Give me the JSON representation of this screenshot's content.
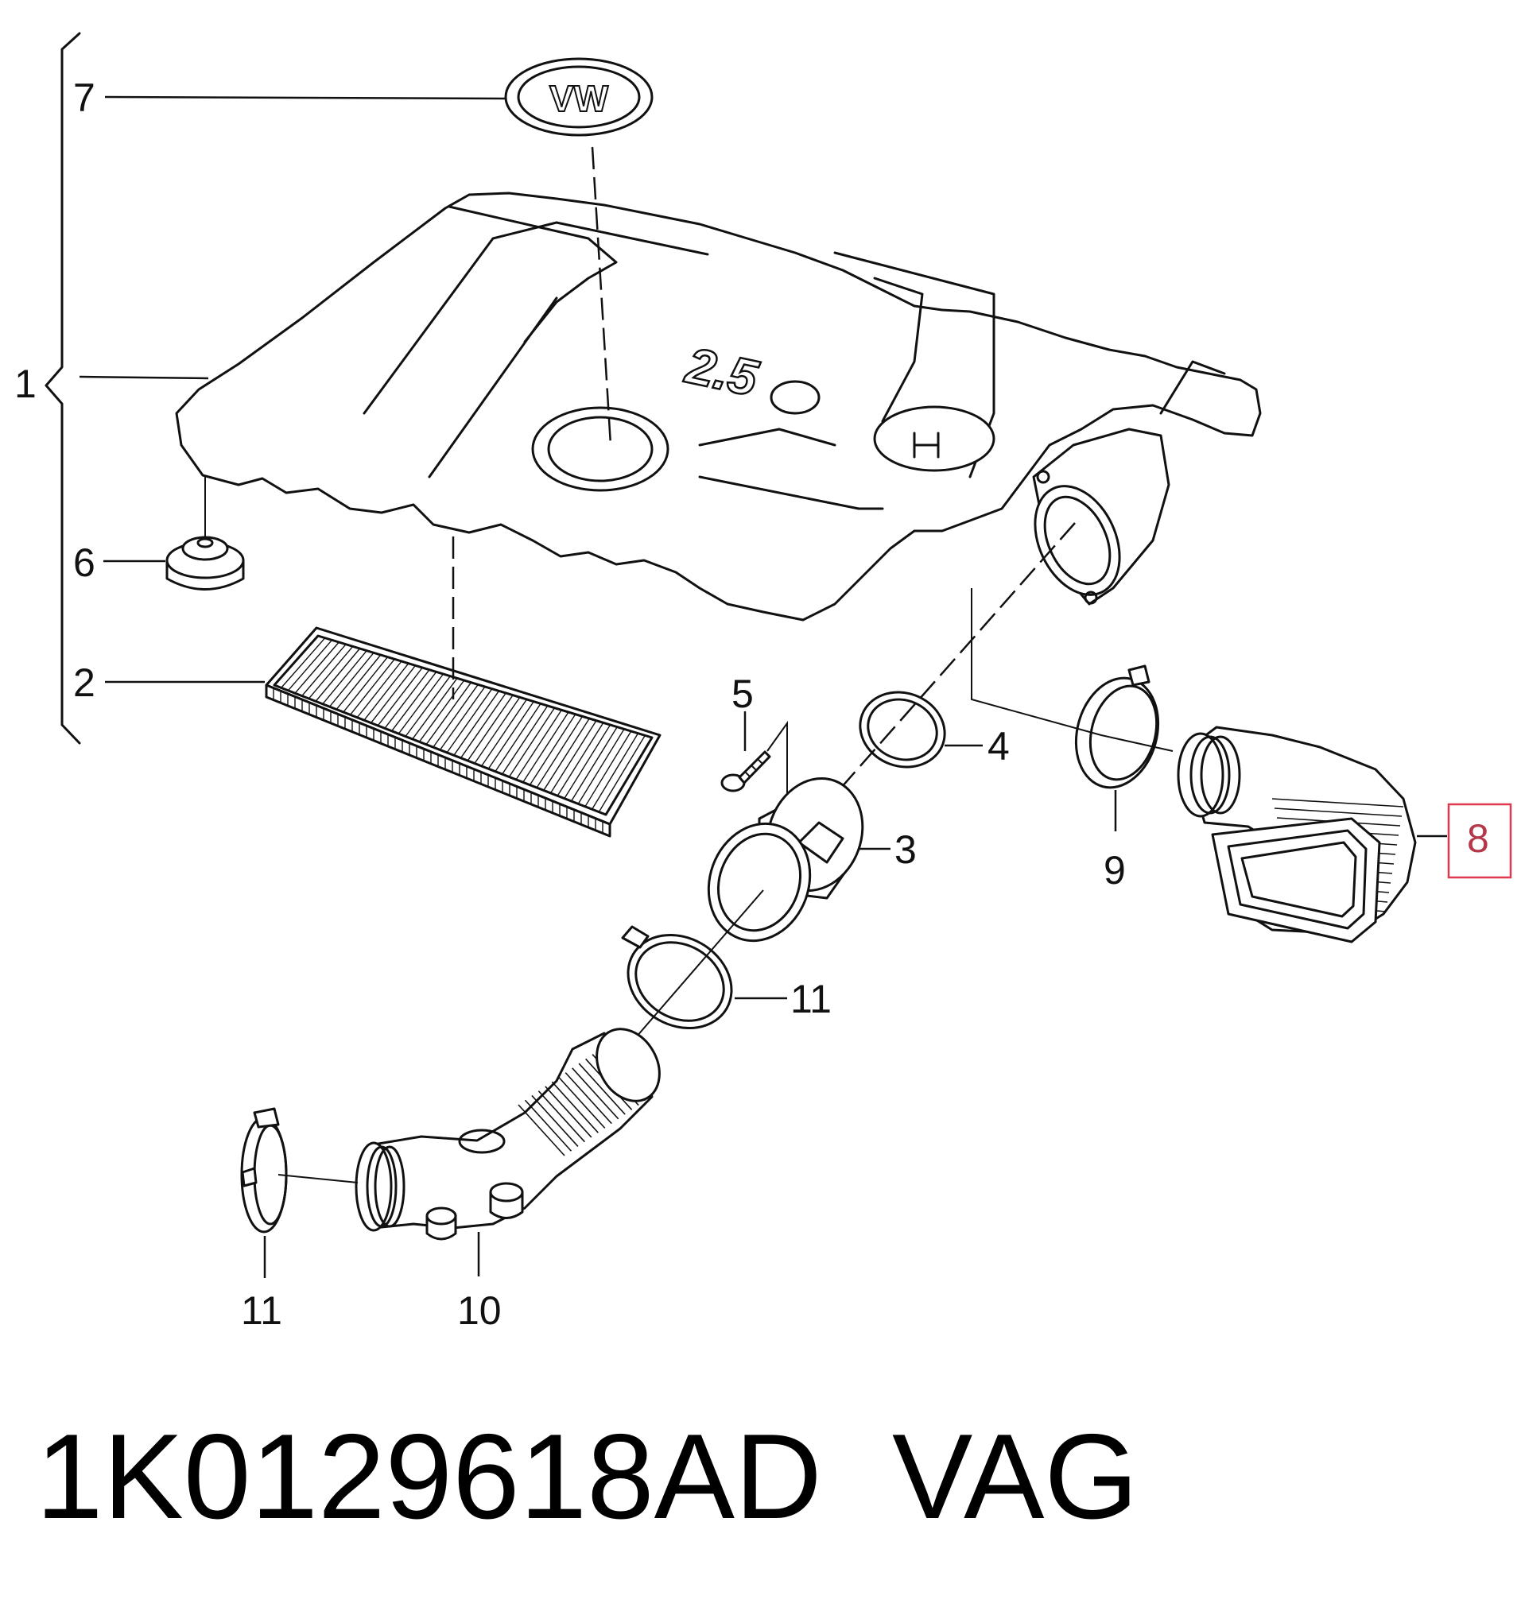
{
  "callouts": {
    "c1": "1",
    "c2": "2",
    "c3": "3",
    "c4": "4",
    "c5": "5",
    "c6": "6",
    "c7": "7",
    "c8": "8",
    "c9": "9",
    "c10": "10",
    "c11a": "11",
    "c11b": "11"
  },
  "cover_marking": "2.5",
  "logo_text": "VW",
  "highlight": {
    "callout": "8",
    "color": "#e0384f"
  },
  "footer": {
    "part_number": "1K0129618AD",
    "brand": "VAG"
  }
}
